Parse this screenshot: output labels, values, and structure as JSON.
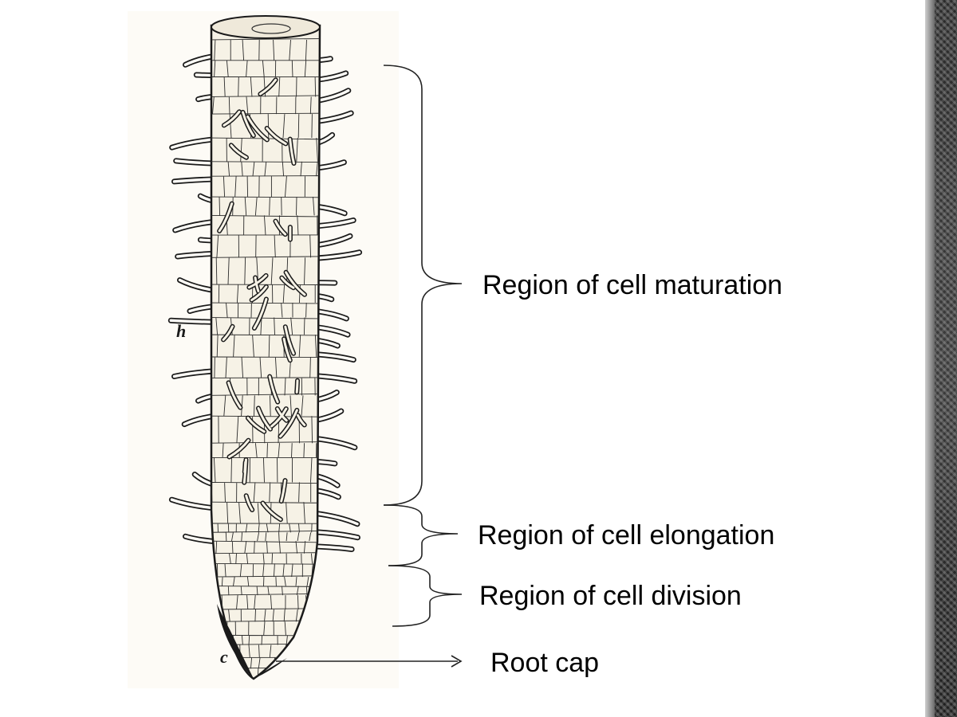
{
  "labels": {
    "maturation": "Region of cell maturation",
    "elongation": "Region of cell elongation",
    "division": "Region of cell division",
    "root_cap": "Root cap"
  },
  "figure_letters": {
    "root_hair": "h",
    "cap": "c"
  },
  "colors": {
    "ink": "#1a1a1a",
    "paper": "#fdfbf6",
    "root_fill": "#f6f2e6",
    "slide_bg": "#ffffff"
  }
}
